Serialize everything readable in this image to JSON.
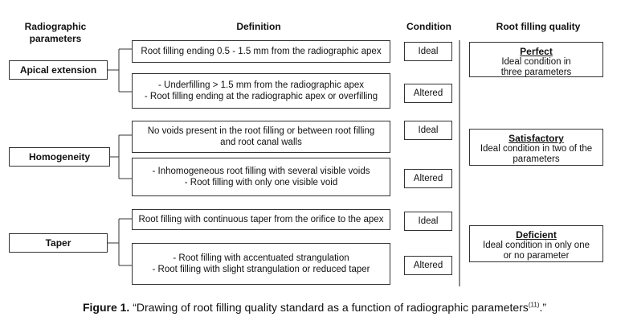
{
  "headers": {
    "parameters": "Radiographic parameters",
    "definition": "Definition",
    "condition": "Condition",
    "quality": "Root filling quality"
  },
  "parameters": [
    {
      "name": "Apical extension",
      "definitions": [
        {
          "lines": [
            "Root filling ending 0.5 - 1.5 mm from the radiographic apex"
          ],
          "condition": "Ideal"
        },
        {
          "lines": [
            "- Underfilling  > 1.5 mm from the radiographic apex",
            "- Root filling ending at the radiographic apex or overfilling"
          ],
          "condition": "Altered"
        }
      ]
    },
    {
      "name": "Homogeneity",
      "definitions": [
        {
          "lines": [
            "No voids present in the root filling or between root filling",
            "and root canal walls"
          ],
          "condition": "Ideal"
        },
        {
          "lines": [
            "- Inhomogeneous root filling with several visible voids",
            "- Root filling with only one visible void"
          ],
          "condition": "Altered"
        }
      ]
    },
    {
      "name": "Taper",
      "definitions": [
        {
          "lines": [
            "Root filling with continuous taper from the orifice to the apex"
          ],
          "condition": "Ideal"
        },
        {
          "lines": [
            "- Root filling with accentuated strangulation",
            "- Root filling with slight  strangulation or reduced taper"
          ],
          "condition": "Altered"
        }
      ]
    }
  ],
  "quality": [
    {
      "title": "Perfect",
      "description": "Ideal condition in three parameters"
    },
    {
      "title": "Satisfactory",
      "description": "Ideal condition in two of the parameters"
    },
    {
      "title": "Deficient",
      "description": "Ideal condition in only one or no  parameter"
    }
  ],
  "caption": {
    "label": "Figure 1.",
    "text": " “Drawing of root filling quality standard as a function of radiographic parameters",
    "ref": "(11)",
    "end": ".”"
  }
}
